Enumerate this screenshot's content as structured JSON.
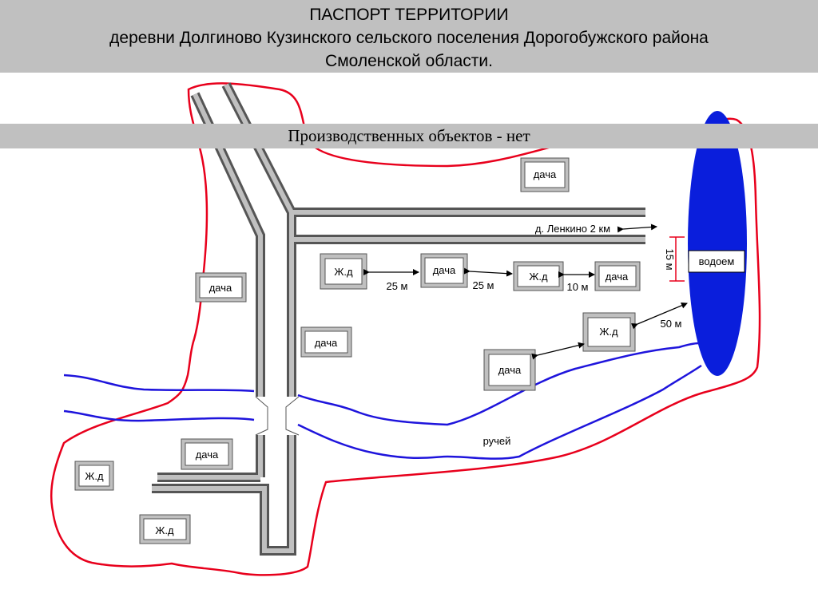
{
  "header": {
    "line1": "ПАСПОРТ ТЕРРИТОРИИ",
    "line2": "деревни Долгиново Кузинского сельского поселения  Дорогобужского района",
    "line3": "Смоленской области."
  },
  "subheader": {
    "text": "Производственных объектов - нет"
  },
  "map": {
    "colors": {
      "boundary": "#e8001c",
      "stream": "#1e14dc",
      "pond": "#0a1edc",
      "road": "#c0c0c0",
      "building": "#c0c0c0"
    },
    "buildings": {
      "dacha_top": "дача",
      "dacha_left": "дача",
      "dacha_mid_left": "дача",
      "dacha_row": "дача",
      "dacha_right": "дача",
      "dacha_lower": "дача",
      "dacha_bottom": "дача",
      "house_row_left": "Ж.д",
      "house_row_mid": "Ж.д",
      "house_right": "Ж.д",
      "house_bottom_left": "Ж.д",
      "house_bottom": "Ж.д"
    },
    "distances": {
      "d25_left": "25 м",
      "d25_right": "25 м",
      "d10": "10 м",
      "d50": "50 м",
      "d15": "15 м"
    },
    "lenkino": "д. Ленкино 2 км",
    "pond_label": "водоем",
    "stream_label": "ручей"
  }
}
